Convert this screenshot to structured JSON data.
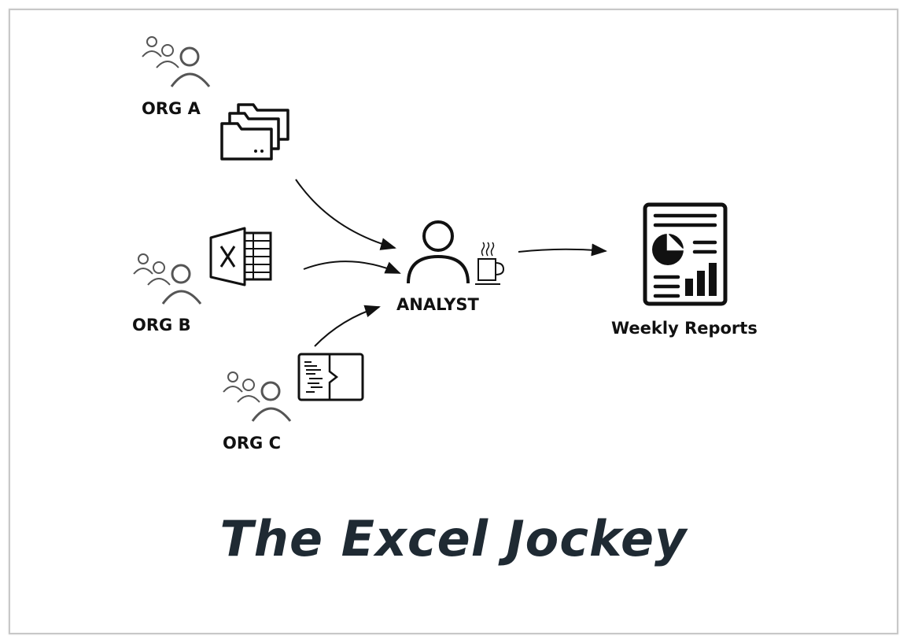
{
  "diagram": {
    "orgs": [
      {
        "label": "ORG A",
        "source_icon": "folders-icon"
      },
      {
        "label": "ORG B",
        "source_icon": "excel-icon"
      },
      {
        "label": "ORG C",
        "source_icon": "code-document-icon"
      }
    ],
    "analyst": {
      "label": "ANALYST",
      "icon": "person-icon",
      "accessory_icon": "coffee-cup-icon"
    },
    "output": {
      "label": "Weekly Reports",
      "icon": "report-document-icon"
    }
  },
  "title": "The Excel Jockey",
  "colors": {
    "title": "#1f2a33",
    "stroke": "#111111",
    "people": "#444444"
  }
}
